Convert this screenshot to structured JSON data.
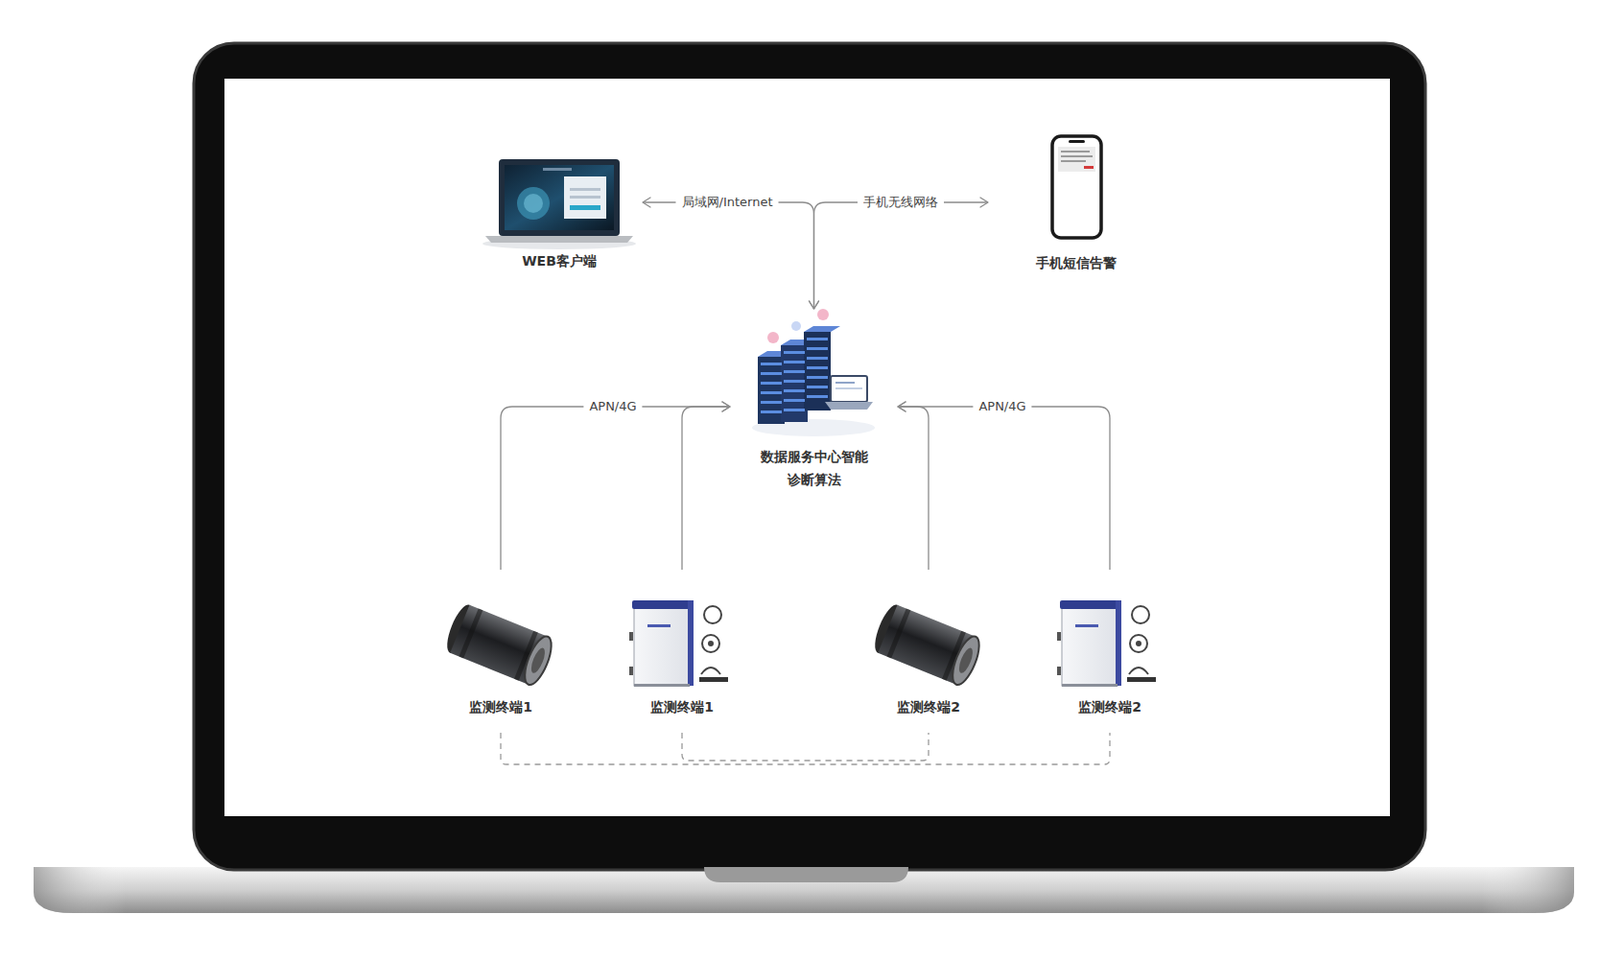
{
  "diagram": {
    "nodes": [
      {
        "text": [
          "WEB客户端"
        ]
      },
      {
        "text": [
          "手机短信告警"
        ]
      },
      {
        "text": [
          "数据服务中心智能 诊断算法"
        ]
      },
      {
        "text": [
          "监测终端1"
        ]
      },
      {
        "text": [
          "监测终端1"
        ]
      },
      {
        "text": [
          "监测终端2"
        ]
      },
      {
        "text": [
          "监测终端2"
        ]
      }
    ],
    "edges": [
      {
        "from": 2,
        "to": 0,
        "label": "局域网/Internet",
        "arrow": "both"
      },
      {
        "from": 2,
        "to": 1,
        "label": "手机无线网络",
        "arrow": "both"
      },
      {
        "from": 3,
        "to": 2,
        "label": "APN/4G",
        "arrow": "to"
      },
      {
        "from": 4,
        "to": 2,
        "arrow": "to"
      },
      {
        "from": 6,
        "to": 2,
        "label": "APN/4G",
        "arrow": "to"
      },
      {
        "from": 5,
        "to": 2,
        "arrow": "to"
      },
      {
        "from": 3,
        "to": 6,
        "arrow": "none"
      },
      {
        "from": 4,
        "to": 5,
        "arrow": "none"
      }
    ]
  }
}
